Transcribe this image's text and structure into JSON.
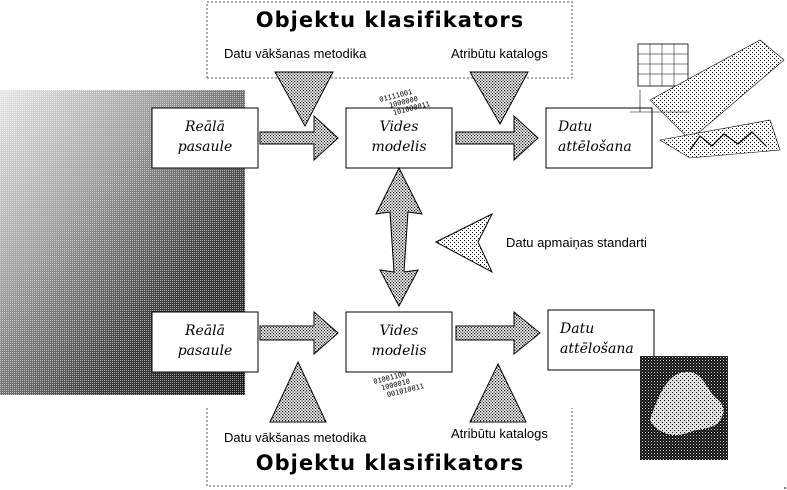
{
  "top": {
    "klasifikators_title": "Objektu klasifikators",
    "collection_label": "Datu vākšanas metodika",
    "catalog_label": "Atribūtu katalogs",
    "box_real": [
      "Reālā",
      "pasaule"
    ],
    "box_model": [
      "Vides",
      "modelis"
    ],
    "box_display": [
      "Datu",
      "attēlošana"
    ],
    "binary": [
      "01111001",
      "1000000",
      "101000011"
    ]
  },
  "middle": {
    "exchange_label": "Datu apmaiņas standarti"
  },
  "bottom": {
    "klasifikators_title": "Objektu klasifikators",
    "collection_label": "Datu vākšanas metodika",
    "catalog_label": "Atribūtu katalogs",
    "box_real": [
      "Reālā",
      "pasaule"
    ],
    "box_model": [
      "Vides",
      "modelis"
    ],
    "box_display": [
      "Datu",
      "attēlošana"
    ],
    "binary": [
      "01001100",
      "1000010",
      "001010011"
    ]
  },
  "colors": {
    "ink": "#000000",
    "dot_fill": "#9a9a9a",
    "frame_dash": "#555555"
  }
}
